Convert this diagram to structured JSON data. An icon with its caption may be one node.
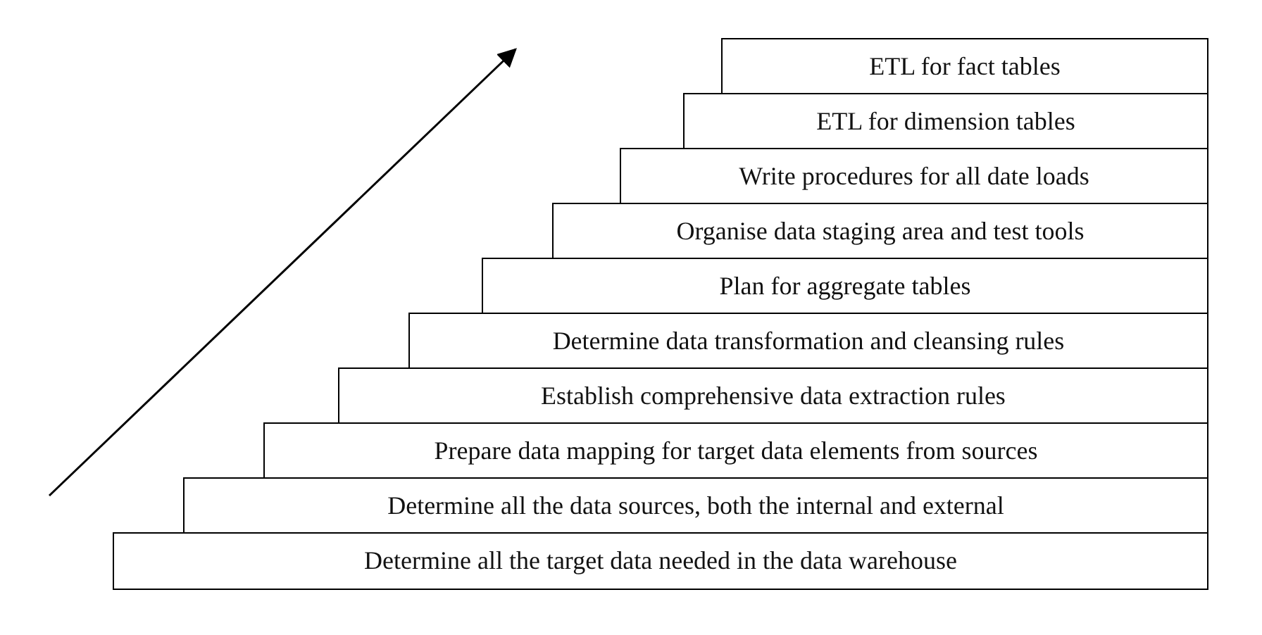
{
  "diagram": {
    "nodes": [
      {
        "text": [
          "ETL for fact tables"
        ]
      },
      {
        "text": [
          "ETL for dimension tables"
        ]
      },
      {
        "text": [
          "Write procedures for all date loads"
        ]
      },
      {
        "text": [
          "Organise data staging area and test tools"
        ]
      },
      {
        "text": [
          "Plan for aggregate tables"
        ]
      },
      {
        "text": [
          "Determine data transformation and cleansing rules"
        ]
      },
      {
        "text": [
          "Establish comprehensive data extraction rules"
        ]
      },
      {
        "text": [
          "Prepare data mapping for target data elements from sources"
        ]
      },
      {
        "text": [
          "Determine all the data sources, both the internal and external"
        ]
      },
      {
        "text": [
          "Determine all the target data needed in the data warehouse"
        ]
      }
    ]
  }
}
